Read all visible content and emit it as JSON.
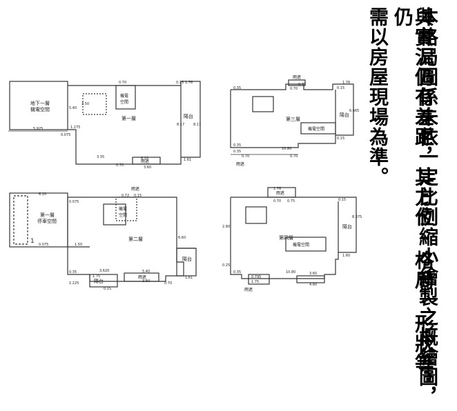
{
  "notice": {
    "lines": [
      "本格局圖係未依一定比例縮小繪製之概繪圖，",
      "與實況仍有差距，其方位·格局·形狀等，仍",
      "需以房屋現場為準。"
    ]
  },
  "plans": {
    "basement": {
      "area_line1": "地下一層",
      "area_line2": "機電空間",
      "dim_width": "5.925",
      "dim_depth": "5.40"
    },
    "floor1": {
      "floor_name": "第一層",
      "room_machine_line1": "機電",
      "room_machine_line2": "空間",
      "balcony": "陽台",
      "canopy": "雨遮",
      "dims": [
        "0.70",
        "1.76",
        "0.25",
        "1.275",
        "0.075",
        "3.35",
        "8.10",
        "0.70",
        "3.60",
        "1.61",
        "8.17",
        "3.50",
        "8.17"
      ]
    },
    "floor2": {
      "floor_name": "第二層",
      "parking_line1": "第一層",
      "parking_line2": "停車空間",
      "room_machine_line1": "機電",
      "room_machine_line2": "空間",
      "balcony_right": "陽台",
      "balcony_bottom": "陽台",
      "canopy_top": "雨遮",
      "canopy_bottom": "雨遮",
      "dims": [
        "0.72",
        "0.15",
        "0.075",
        "6.10",
        "6.60",
        "1.50",
        "0.35",
        "1.225",
        "3.620",
        "1.75",
        "0.15",
        "3.60",
        "1.61",
        "5.40",
        "0.70",
        "1",
        "0.075"
      ]
    },
    "floor3": {
      "floor_name": "第三層",
      "room_machine": "機電空間",
      "balcony": "陽台",
      "canopy_top": "雨遮",
      "canopy_bottom": "雨遮",
      "dims": [
        "0.70",
        "0.75",
        "1.76",
        "0.35",
        "0.35",
        "10.80",
        "0.15",
        "0.15",
        "6.665",
        "0.35",
        "0.70",
        "0.70"
      ]
    },
    "floor4": {
      "floor_name": "第四層",
      "room_machine": "機電空間",
      "balcony": "陽台",
      "canopy_top": "雨遮",
      "canopy_bottom": "雨遮",
      "dims": [
        "1.76",
        "0.70",
        "0.75",
        "0.15",
        "2.80",
        "0.35",
        "10.80",
        "3.60",
        "4.80",
        "0.795",
        "1.75",
        "1.60",
        "0.25",
        "8.375"
      ]
    }
  }
}
